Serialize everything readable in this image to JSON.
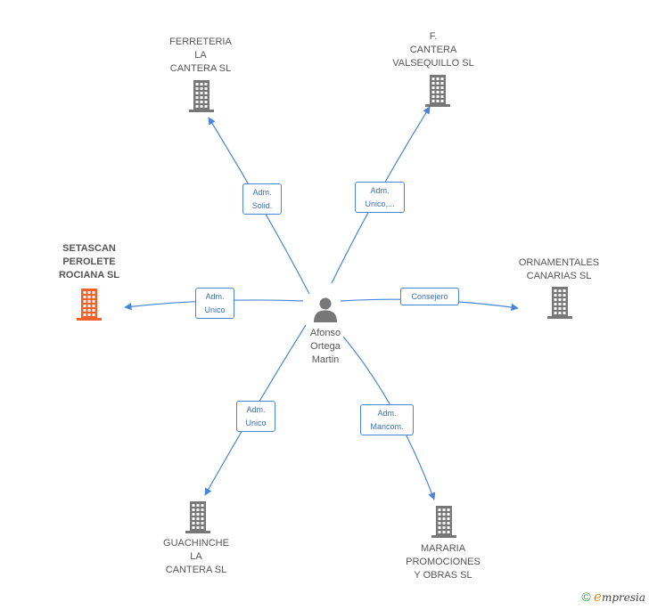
{
  "center": {
    "name": "Afonso\nOrtega\nMartin"
  },
  "companies": [
    {
      "id": "ferreteria",
      "name": "FERRETERIA\nLA\nCANTERA SL",
      "highlight": false
    },
    {
      "id": "f-cantera",
      "name": "F.\nCANTERA\nVALSEQUILLO SL",
      "highlight": false
    },
    {
      "id": "setascan",
      "name": "SETASCAN\nPEROLETE\nROCIANA  SL",
      "highlight": true
    },
    {
      "id": "ornamentales",
      "name": "ORNAMENTALES\nCANARIAS SL",
      "highlight": false
    },
    {
      "id": "guachinche",
      "name": "GUACHINCHE\nLA\nCANTERA  SL",
      "highlight": false
    },
    {
      "id": "mararia",
      "name": "MARARIA\nPROMOCIONES\nY OBRAS SL",
      "highlight": false
    }
  ],
  "relations": [
    {
      "to": "ferreteria",
      "label": "Adm.\nSolid."
    },
    {
      "to": "f-cantera",
      "label": "Adm.\nUnico,..."
    },
    {
      "to": "setascan",
      "label": "Adm.\nUnico"
    },
    {
      "to": "ornamentales",
      "label": "Consejero"
    },
    {
      "to": "guachinche",
      "label": "Adm.\nUnico"
    },
    {
      "to": "mararia",
      "label": "Adm.\nMancom."
    }
  ],
  "colors": {
    "edge": "#4a86d6",
    "building": "#777777",
    "building_highlight": "#f0602a"
  },
  "footer": {
    "copyright": "©",
    "brand_initial": "e",
    "brand_rest": "mpresia"
  }
}
